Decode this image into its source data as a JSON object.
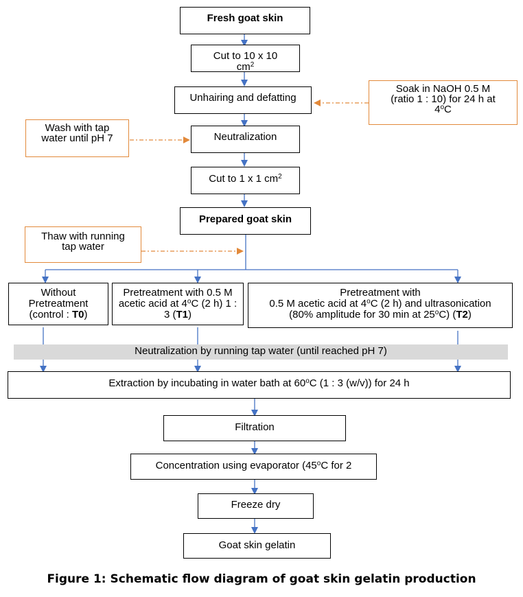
{
  "steps": {
    "fresh": "Fresh goat skin",
    "cut10_a": "Cut to 10 x 10",
    "cut10_b": "cm",
    "unhair": "Unhairing and defatting",
    "neutral": "Neutralization",
    "cut1_a": "Cut to 1 x 1 cm",
    "prepared": "Prepared goat skin",
    "t0_text": "Without Pretreatment (control : ",
    "t0_code": "T0",
    "t0_end": ")",
    "t1_text": "Pretreatment with 0.5 M acetic acid at 4",
    "t1_deg": "o",
    "t1_text2": "C (2 h) 1 : 3 (",
    "t1_code": "T1",
    "t1_end": ")",
    "t2_l1": "Pretreatment with",
    "t2_l2a": "0.5 M acetic acid at 4",
    "t2_deg": "o",
    "t2_l2b": "C (2 h) and ultrasonication",
    "t2_l3": "(80% amplitude for 30 min at 25",
    "t2_l3b": "C) (",
    "t2_code": "T2",
    "t2_end": ")",
    "neutral_band": "Neutralization by running tap water (until reached pH 7)",
    "extract_a": "Extraction by incubating in water bath at 60",
    "extract_deg": "o",
    "extract_b": "C (1 : 3 (w/v)) for 24 h",
    "filtration": "Filtration",
    "concentration_a": "Concentration using evaporator (45",
    "concentration_deg": "o",
    "concentration_b": "C for 2",
    "freeze": "Freeze dry",
    "gelatin": "Goat skin gelatin"
  },
  "side": {
    "soak_l1": "Soak in NaOH 0.5 M",
    "soak_l2": "(ratio 1 : 10) for 24 h at",
    "soak_l3a": "4",
    "soak_deg": "o",
    "soak_l3b": "C",
    "wash": "Wash with tap water until pH 7",
    "thaw": "Thaw with running tap water"
  },
  "superscripts": {
    "sq": "2"
  },
  "caption": "Figure 1: Schematic flow diagram of goat skin gelatin production",
  "colors": {
    "arrow": "#4472c4",
    "side_arrow": "#e2893a",
    "band": "#d9d9d9"
  }
}
